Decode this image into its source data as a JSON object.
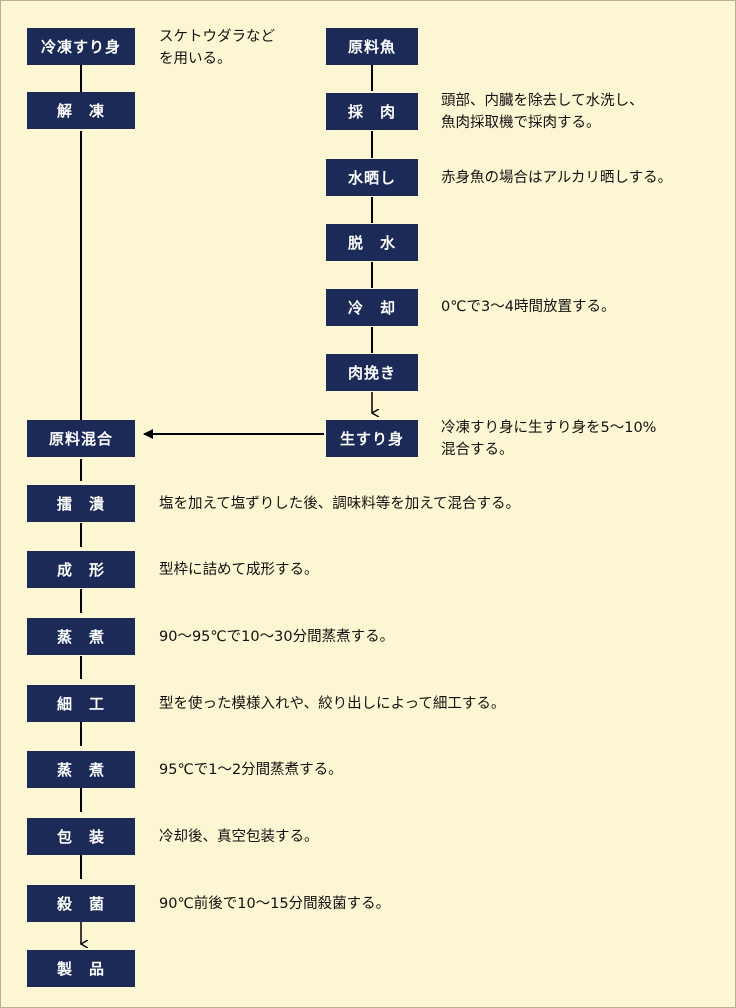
{
  "steps": {
    "frozen_surimi": "冷凍すり身",
    "thaw": "解　凍",
    "raw_fish": "原料魚",
    "meat_extraction": "採　肉",
    "water_rinse": "水晒し",
    "dewater": "脱　水",
    "cooling": "冷　却",
    "mincing": "肉挽き",
    "fresh_surimi": "生すり身",
    "ingredient_mixing": "原料混合",
    "grinding": "擂　潰",
    "molding": "成　形",
    "steaming_1": "蒸　煮",
    "detailing": "細　工",
    "steaming_2": "蒸　煮",
    "packaging": "包　装",
    "sterilization": "殺　菌",
    "product": "製　品"
  },
  "notes": {
    "frozen_surimi": [
      "スケトウダラなど",
      "を用いる。"
    ],
    "meat_extraction": [
      "頭部、内臓を除去して水洗し、",
      "魚肉採取機で採肉する。"
    ],
    "water_rinse": [
      "赤身魚の場合はアルカリ晒しする。"
    ],
    "cooling": [
      "0℃で3～4時間放置する。"
    ],
    "fresh_surimi": [
      "冷凍すり身に生すり身を5～10%",
      "混合する。"
    ],
    "grinding": [
      "塩を加えて塩ずりした後、調味料等を加えて混合する。"
    ],
    "molding": [
      "型枠に詰めて成形する。"
    ],
    "steaming_1": [
      "90～95℃で10～30分間蒸煮する。"
    ],
    "detailing": [
      "型を使った模様入れや、絞り出しによって細工する。"
    ],
    "steaming_2": [
      "95℃で1～2分間蒸煮する。"
    ],
    "packaging": [
      "冷却後、真空包装する。"
    ],
    "sterilization": [
      "90℃前後で10～15分間殺菌する。"
    ]
  },
  "colors": {
    "box_fill": "#1b2a57",
    "box_text": "#ffffff",
    "background": "#fdf6d2",
    "connector": "#000000"
  }
}
